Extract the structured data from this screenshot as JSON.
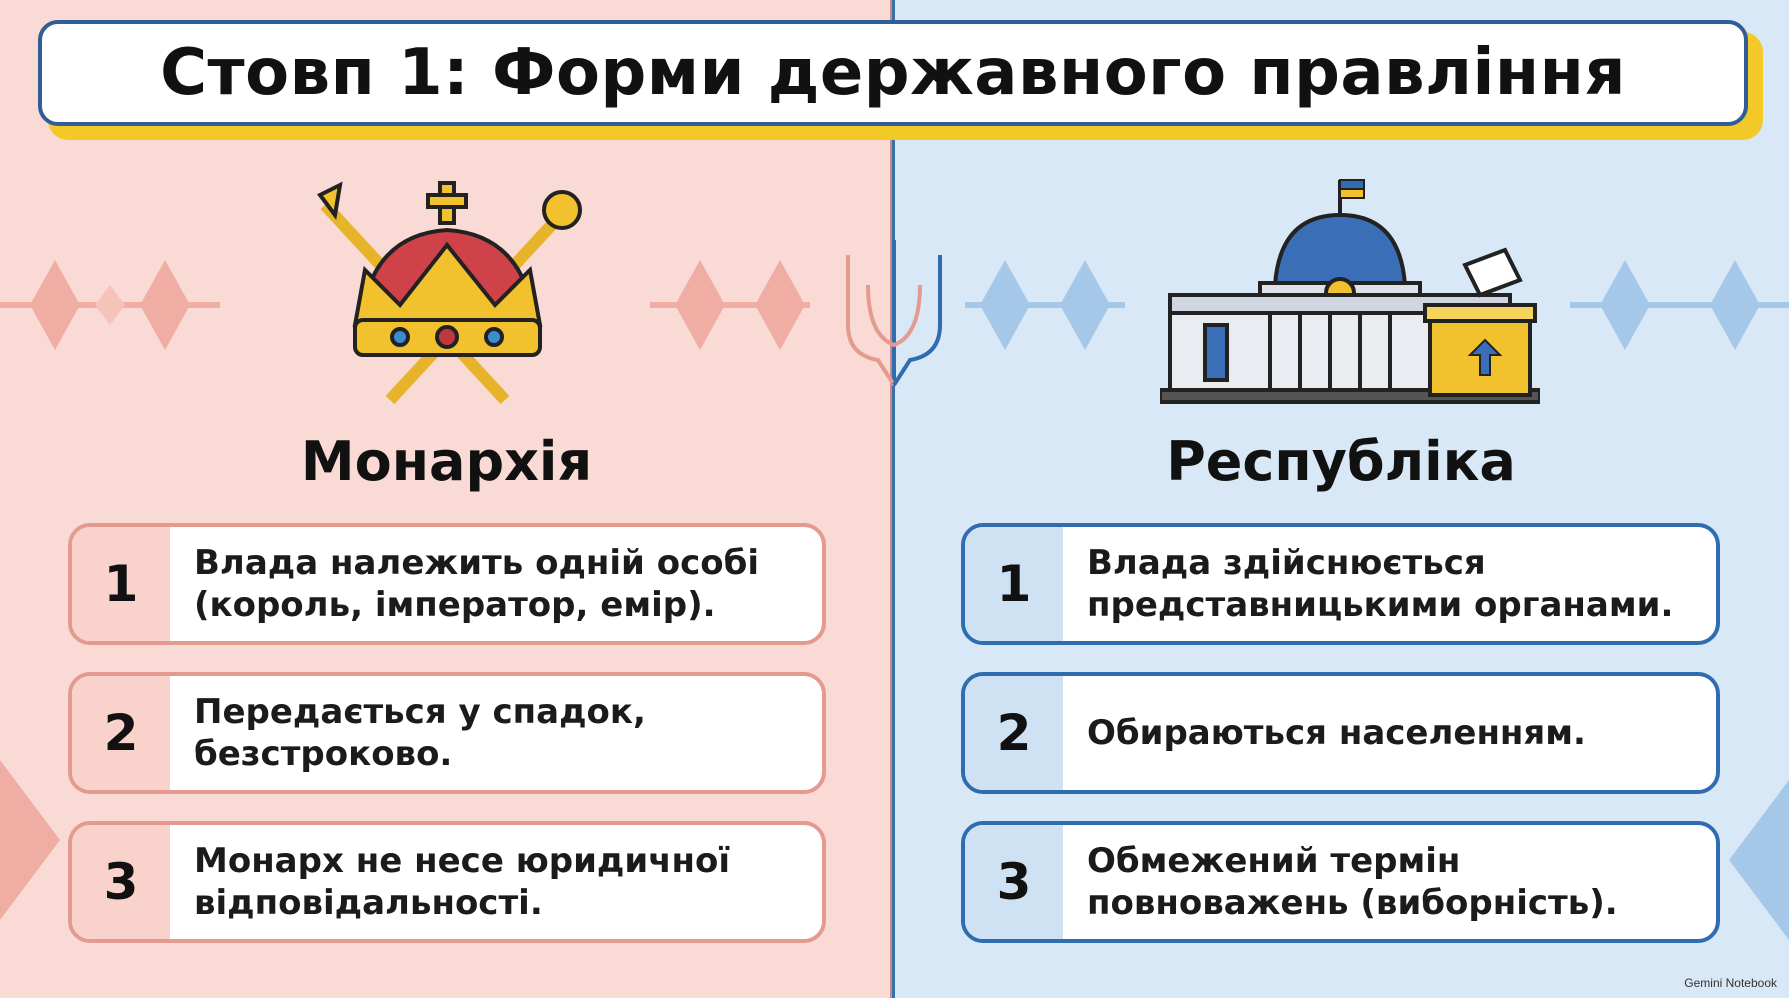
{
  "title": "Стовп 1: Форми державного правління",
  "colors": {
    "monarchy_bg": "#fadad5",
    "republic_bg": "#d8e8f6",
    "monarchy_accent": "#e49a8e",
    "republic_accent": "#2f6db0",
    "title_shadow": "#f3c928"
  },
  "monarchy": {
    "heading": "Монархія",
    "icon": "crown-with-scepters-icon",
    "items": [
      {
        "num": "1",
        "text": "Влада належить одній особі\n(король, імператор, емір)."
      },
      {
        "num": "2",
        "text": "Передається у спадок,\nбезстроково."
      },
      {
        "num": "3",
        "text": "Монарх не несе юридичної\nвідповідальності."
      }
    ]
  },
  "republic": {
    "heading": "Республіка",
    "icon": "parliament-building-ballot-box-icon",
    "items": [
      {
        "num": "1",
        "text": "Влада здійснюється\nпредставницькими органами."
      },
      {
        "num": "2",
        "text": "Обираються населенням."
      },
      {
        "num": "3",
        "text": "Обмежений термін\nповноважень (виборність)."
      }
    ]
  },
  "center_icon": "trident-icon",
  "watermark": "Gemini Notebook"
}
